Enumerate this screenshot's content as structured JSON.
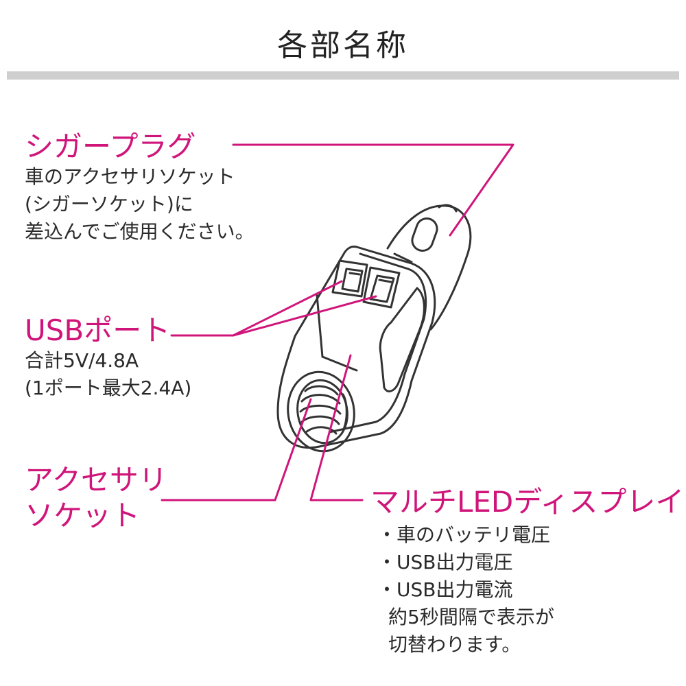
{
  "title": "各部名称",
  "colors": {
    "accent": "#d0157a",
    "divider": "#cfcfcf",
    "text": "#2a2a2a",
    "outline": "#333333"
  },
  "parts": {
    "cigar_plug": {
      "heading": "シガープラグ",
      "lines": [
        "車のアクセサリソケット",
        "(シガーソケット)に",
        "差込んでご使用ください。"
      ]
    },
    "usb_port": {
      "heading": "USBポート",
      "lines": [
        "合計5V/4.8A",
        "(1ポート最大2.4A)"
      ]
    },
    "accessory_socket": {
      "heading_lines": [
        "アクセサリ",
        "ソケット"
      ]
    },
    "multi_led_display": {
      "heading": "マルチLEDディスプレイ",
      "bullets": [
        "・車のバッテリ電圧",
        "・USB出力電圧",
        "・USB出力電流"
      ],
      "note_lines": [
        "約5秒間隔で表示が",
        "切替わります。"
      ]
    }
  }
}
